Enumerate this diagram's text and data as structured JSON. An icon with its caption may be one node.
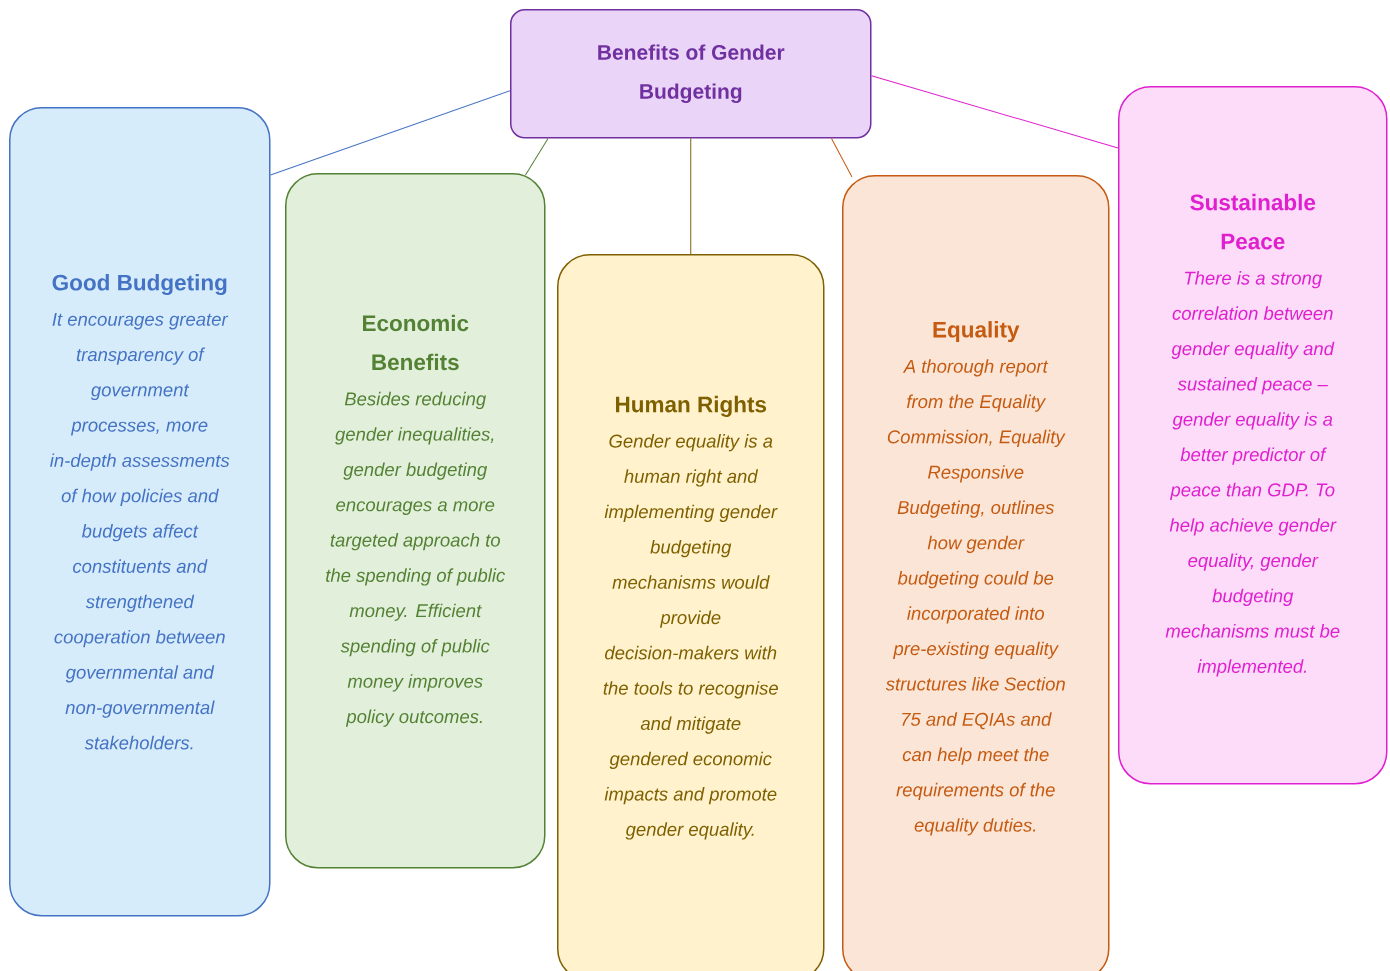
{
  "diagram": {
    "nodes": [
      {
        "text": [
          "Benefits of Gender Budgeting"
        ]
      },
      {
        "text": [
          "Good Budgeting",
          "It encourages greater transparency of government processes, more in-depth assessments of how policies and budgets affect constituents and strengthened cooperation between governmental and non-governmental stakeholders."
        ]
      },
      {
        "text": [
          "Economic Benefits",
          "Besides reducing gender inequalities, gender budgeting encourages a more targeted approach to the spending of public money. Efficient spending of public money improves policy outcomes."
        ]
      },
      {
        "text": [
          "Human Rights",
          "Gender equality is a human right and implementing gender budgeting mechanisms would provide decision-makers with the tools to recognise and mitigate gendered economic impacts and promote gender equality."
        ]
      },
      {
        "text": [
          "Equality",
          "A thorough report from the Equality Commission, Equality Responsive Budgeting, outlines how gender budgeting could be incorporated into pre-existing equality structures like Section 75 and EQIAs and can help meet the requirements of the equality duties."
        ]
      },
      {
        "text": [
          "Sustainable Peace",
          "There is a strong correlation between gender equality and sustained peace – gender equality is a better predictor of peace than GDP. To help achieve gender equality, gender budgeting mechanisms must be implemented."
        ]
      }
    ],
    "edges": [
      {
        "from": 0,
        "to": 1,
        "arrow": "none",
        "color": "#4472c4"
      },
      {
        "from": 0,
        "to": 2,
        "arrow": "none",
        "color": "#548235"
      },
      {
        "from": 0,
        "to": 3,
        "arrow": "none",
        "color": "#7f6000"
      },
      {
        "from": 0,
        "to": 4,
        "arrow": "none",
        "color": "#c55a11"
      },
      {
        "from": 0,
        "to": 5,
        "arrow": "none",
        "color": "#e020d0"
      }
    ]
  }
}
